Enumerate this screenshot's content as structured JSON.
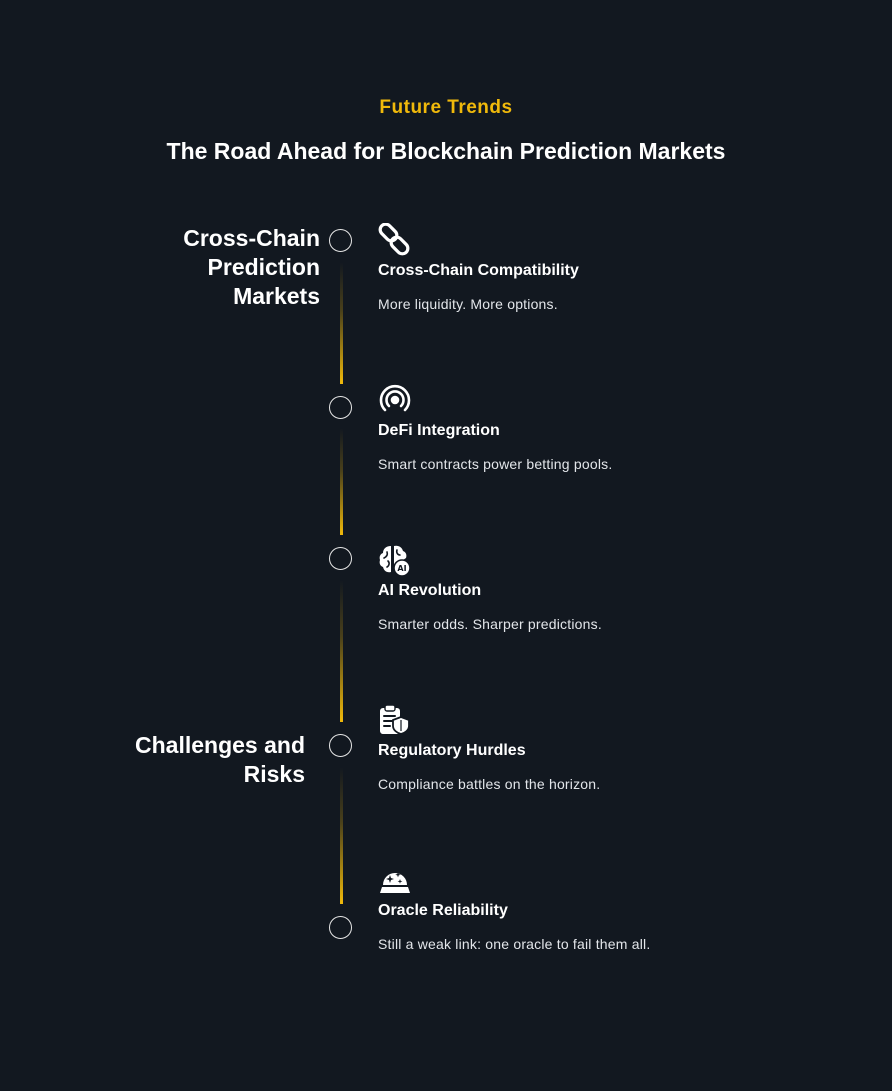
{
  "header": {
    "eyebrow": "Future Trends",
    "title": "The Road Ahead for Blockchain Prediction Markets"
  },
  "sections": [
    {
      "label_lines": [
        "Cross-Chain",
        "Prediction",
        "Markets"
      ]
    },
    {
      "label_lines": [
        "Challenges and",
        "Risks"
      ]
    }
  ],
  "items": [
    {
      "icon": "link-icon",
      "title": "Cross-Chain Compatibility",
      "description": "More liquidity. More options."
    },
    {
      "icon": "broadcast-icon",
      "title": "DeFi Integration",
      "description": "Smart contracts power betting pools."
    },
    {
      "icon": "ai-brain-icon",
      "title": "AI Revolution",
      "description": "Smarter odds. Sharper predictions."
    },
    {
      "icon": "clipboard-shield-icon",
      "title": "Regulatory Hurdles",
      "description": "Compliance battles on the horizon."
    },
    {
      "icon": "crystal-ball-icon",
      "title": "Oracle Reliability",
      "description": "Still a weak link: one oracle to fail them all."
    }
  ],
  "colors": {
    "background": "#121820",
    "accent": "#f0b90b",
    "text": "#ffffff"
  },
  "ai_badge_text": "AI"
}
